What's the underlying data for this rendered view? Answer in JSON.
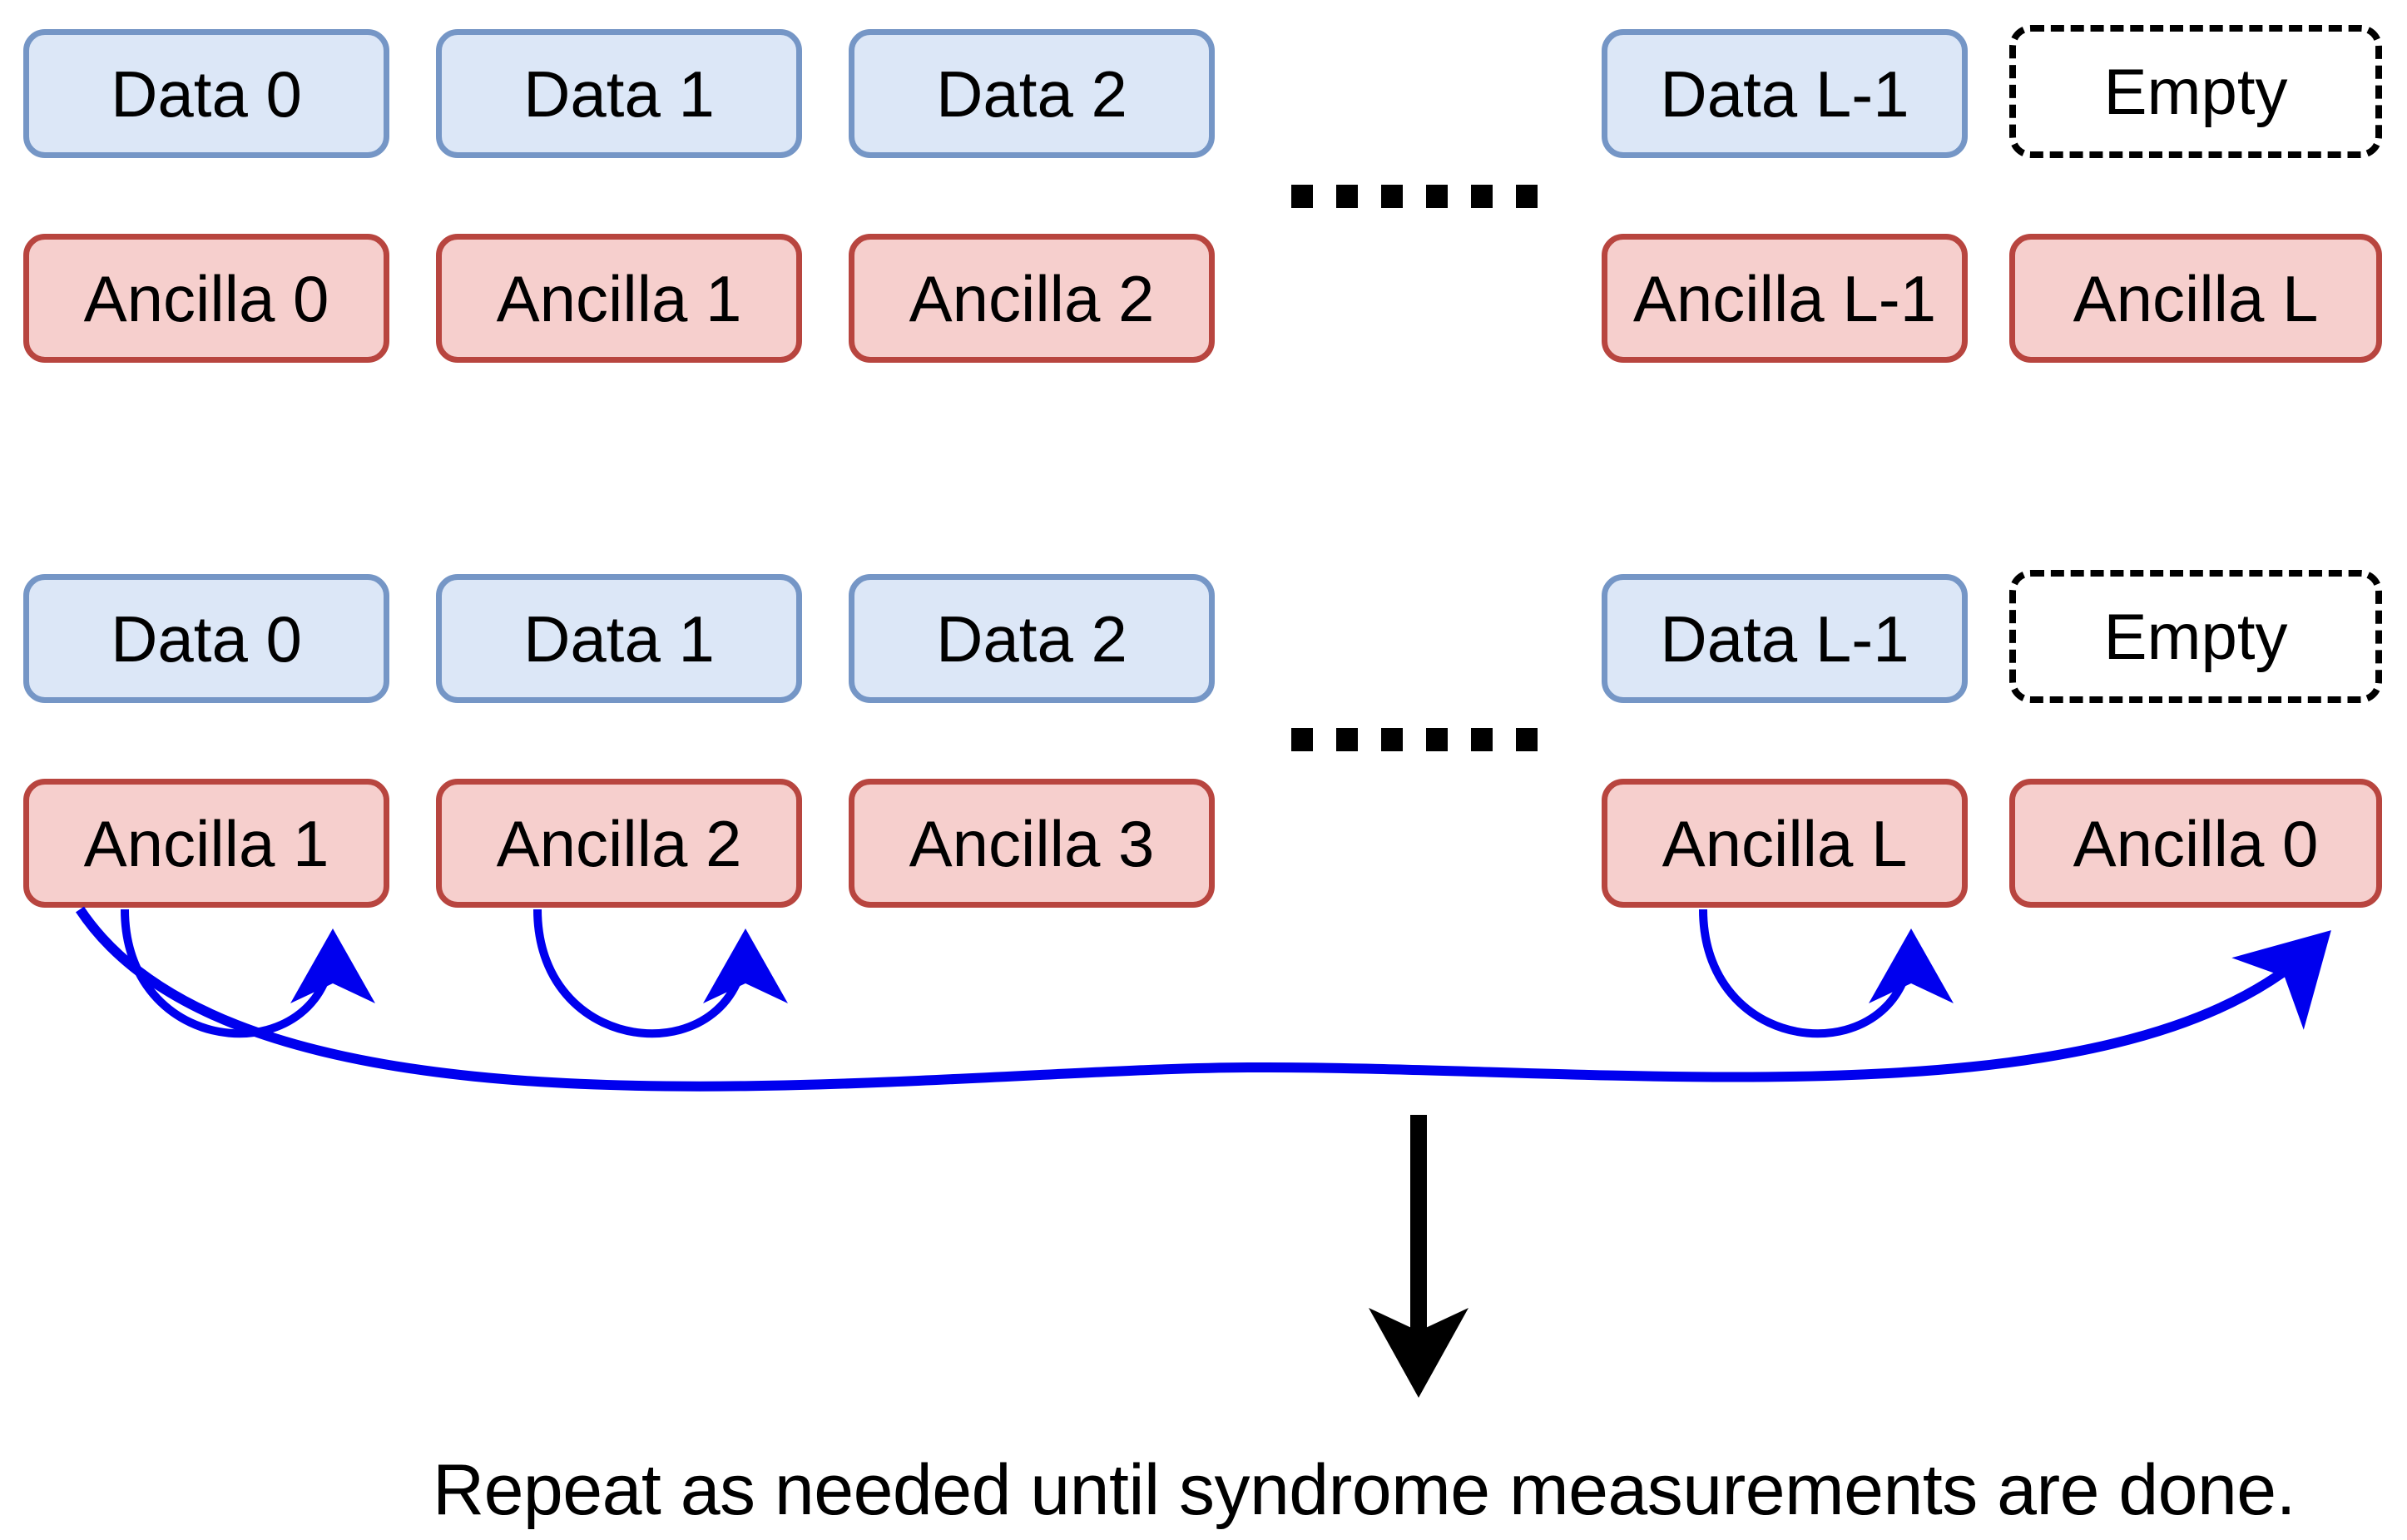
{
  "diagram": {
    "title_text": "Repeat as needed until syndrome measurements are done.",
    "ellipsis_glyph": "......",
    "colors": {
      "data_fill": "#dce7f7",
      "data_stroke": "#7596c6",
      "ancilla_fill": "#f6cfcd",
      "ancilla_stroke": "#b8453f",
      "empty_stroke": "#000000",
      "arrow_blue": "#0000ee",
      "arrow_black": "#000000"
    },
    "stages": [
      {
        "name": "stage-1",
        "data_row": [
          {
            "label": "Data 0",
            "kind": "data"
          },
          {
            "label": "Data 1",
            "kind": "data"
          },
          {
            "label": "Data 2",
            "kind": "data"
          },
          {
            "label": "Data L-1",
            "kind": "data"
          },
          {
            "label": "Empty",
            "kind": "empty"
          }
        ],
        "ancilla_row": [
          {
            "label": "Ancilla 0",
            "kind": "ancilla"
          },
          {
            "label": "Ancilla 1",
            "kind": "ancilla"
          },
          {
            "label": "Ancilla 2",
            "kind": "ancilla"
          },
          {
            "label": "Ancilla L-1",
            "kind": "ancilla"
          },
          {
            "label": "Ancilla L",
            "kind": "ancilla"
          }
        ]
      },
      {
        "name": "stage-2",
        "data_row": [
          {
            "label": "Data 0",
            "kind": "data"
          },
          {
            "label": "Data 1",
            "kind": "data"
          },
          {
            "label": "Data 2",
            "kind": "data"
          },
          {
            "label": "Data L-1",
            "kind": "data"
          },
          {
            "label": "Empty",
            "kind": "empty"
          }
        ],
        "ancilla_row": [
          {
            "label": "Ancilla 1",
            "kind": "ancilla"
          },
          {
            "label": "Ancilla 2",
            "kind": "ancilla"
          },
          {
            "label": "Ancilla 3",
            "kind": "ancilla"
          },
          {
            "label": "Ancilla L",
            "kind": "ancilla"
          },
          {
            "label": "Ancilla 0",
            "kind": "ancilla"
          }
        ]
      }
    ],
    "shift_arrows": [
      {
        "from": "Ancilla 1",
        "to": "Ancilla 2"
      },
      {
        "from": "Ancilla 2",
        "to": "Ancilla 3"
      },
      {
        "from": "Ancilla L",
        "to": "Ancilla 0"
      },
      {
        "from": "Ancilla 3",
        "to": "Ancilla 0",
        "style": "long-sweep"
      }
    ],
    "repeat_arrow": {
      "direction": "down"
    }
  }
}
